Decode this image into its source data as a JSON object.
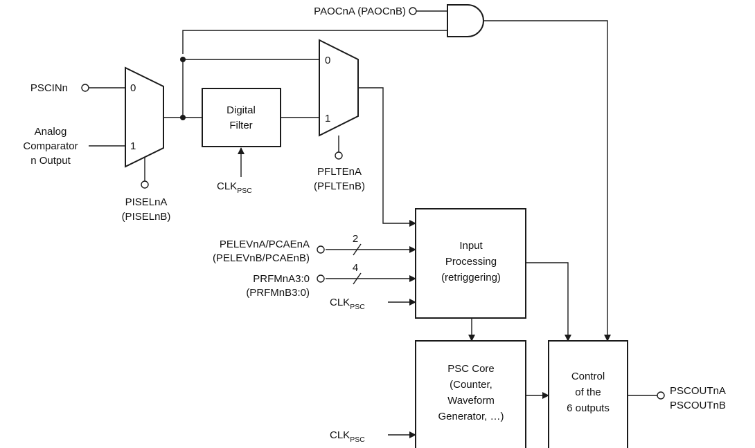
{
  "signals": {
    "paoc": "PAOCnA (PAOCnB)",
    "pscin": "PSCINn",
    "analog_comp": [
      "Analog",
      "Comparator",
      "n Output"
    ],
    "pisel": [
      "PISELnA",
      "(PISELnB)"
    ],
    "pflte": [
      "PFLTEnA",
      "(PFLTEnB)"
    ],
    "pelev": [
      "PELEVnA/PCAEnA",
      "(PELEVnB/PCAEnB)"
    ],
    "prfm": [
      "PRFMnA3:0",
      "(PRFMnB3:0)"
    ],
    "pscout": [
      "PSCOUTnA",
      "PSCOUTnB"
    ]
  },
  "clock": {
    "main": "CLK",
    "sub": "PSC"
  },
  "bus_widths": {
    "pelev": "2",
    "prfm": "4"
  },
  "mux": {
    "input0": "0",
    "input1": "1"
  },
  "blocks": {
    "digital_filter": [
      "Digital",
      "Filter"
    ],
    "input_processing": [
      "Input",
      "Processing",
      "(retriggering)"
    ],
    "psc_core": [
      "PSC Core",
      "(Counter,",
      "Waveform",
      "Generator, …)"
    ],
    "control": [
      "Control",
      "of the",
      "6 outputs"
    ]
  }
}
